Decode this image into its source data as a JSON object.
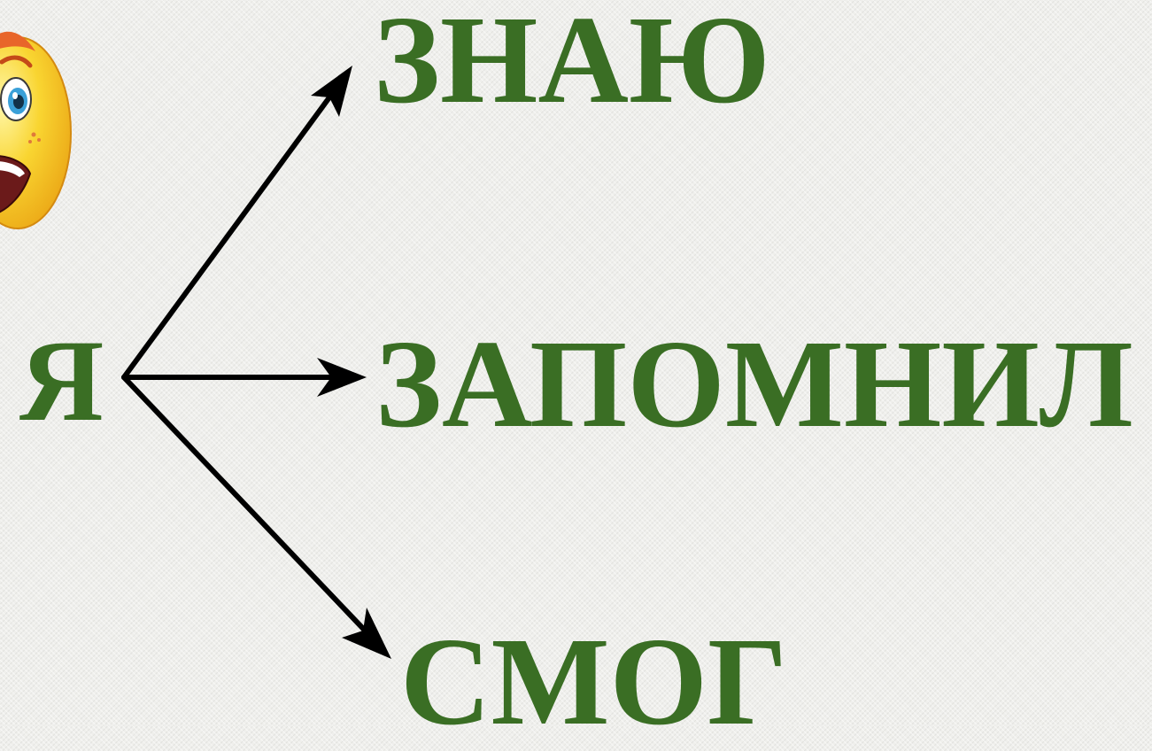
{
  "diagram": {
    "source": "Я",
    "targets": [
      {
        "label": "ЗНАЮ"
      },
      {
        "label": "ЗАПОМНИЛ"
      },
      {
        "label": "СМОГ"
      }
    ]
  },
  "colors": {
    "text": "#3a6e24",
    "arrow": "#000000",
    "background": "#efefec",
    "smiley_face": "#f7c21c",
    "smiley_hair": "#e8652a",
    "smiley_eye": "#3aa0d8"
  },
  "decoration": {
    "icon": "smiley-face-icon"
  }
}
